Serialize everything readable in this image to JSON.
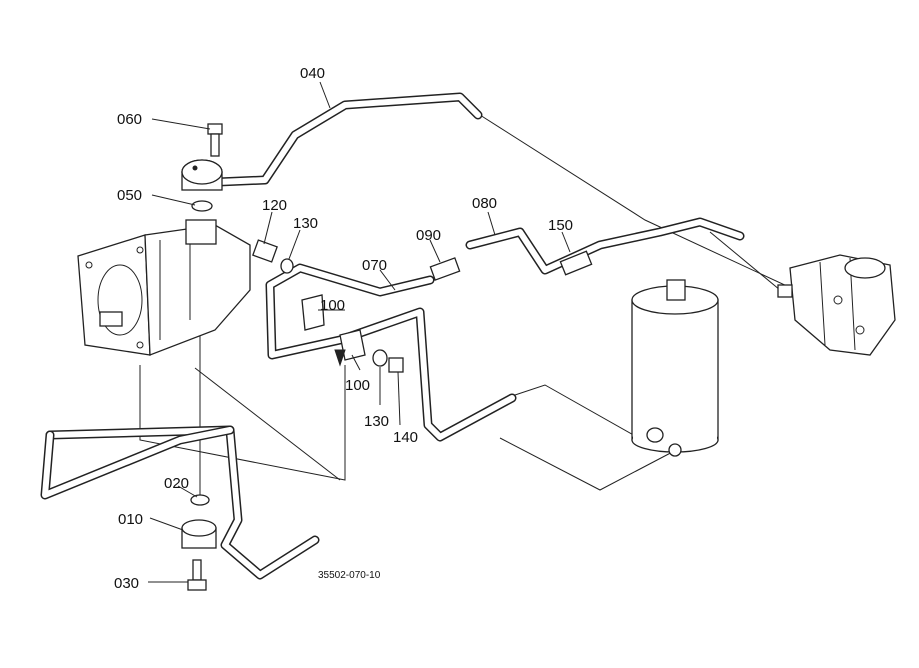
{
  "labels": {
    "p010": "010",
    "p020": "020",
    "p030": "030",
    "p040": "040",
    "p050": "050",
    "p060": "060",
    "p070": "070",
    "p080": "080",
    "p090": "090",
    "p100a": "100",
    "p100b": "100",
    "p120": "120",
    "p130a": "130",
    "p130b": "130",
    "p140": "140",
    "p150": "150"
  },
  "figure_ref": "35502-070-10"
}
